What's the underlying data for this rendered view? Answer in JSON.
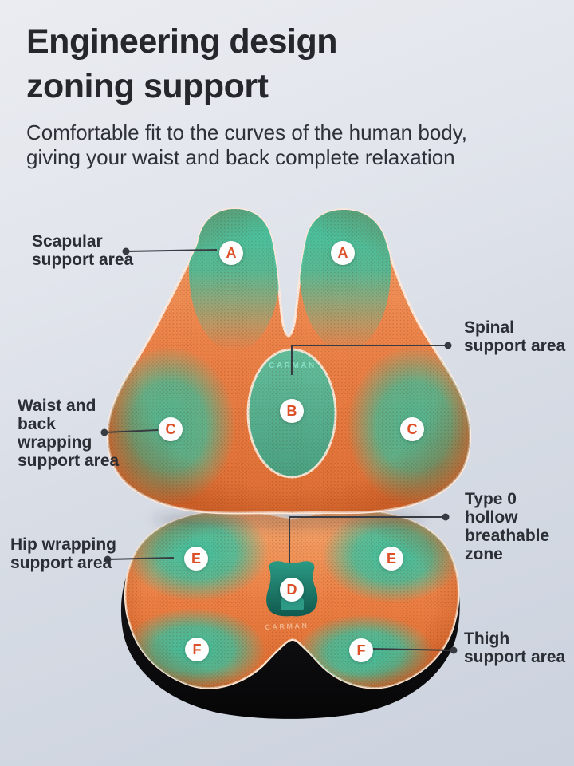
{
  "header": {
    "title": "Engineering design\nzoning support",
    "subtitle": "Comfortable fit to the curves of the human body,\ngiving your waist and back complete relaxation"
  },
  "brand": "CARMAN",
  "badges": {
    "a": "A",
    "b": "B",
    "c": "C",
    "d": "D",
    "e": "E",
    "f": "F"
  },
  "labels": {
    "scapular": "Scapular\nsupport area",
    "spinal": "Spinal\nsupport area",
    "waist": "Waist and\nback\nwrapping\nsupport area",
    "hip": "Hip wrapping\nsupport area",
    "hollow": "Type 0\nhollow\nbreathable\nzone",
    "thigh": "Thigh\nsupport area"
  },
  "colors": {
    "accent_orange": "#dc4f27",
    "mesh_orange": "#ee8449",
    "zone_teal": "#3cc2a2",
    "hollow_teal": "#1d7f6f",
    "base_black": "#141418",
    "text_dark": "#27292e"
  }
}
